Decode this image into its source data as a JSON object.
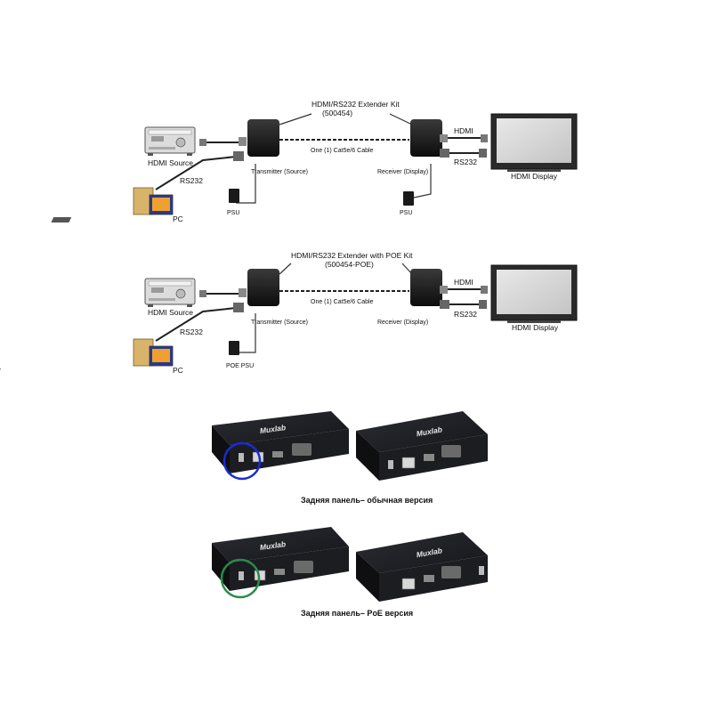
{
  "diagram1": {
    "kit_title": "HDMI/RS232 Extender  Kit",
    "kit_model": "(500454)",
    "cable_label": "One (1) Cat5e/6 Cable",
    "hdmi_source": "HDMI Source",
    "rs232_left": "RS232",
    "pc": "PC",
    "transmitter": "Transmitter (Source)",
    "psu_left": "PSU",
    "receiver": "Receiver (Display)",
    "psu_right": "PSU",
    "hdmi_right": "HDMI",
    "rs232_right": "RS232",
    "hdmi_display": "HDMI Display"
  },
  "diagram2": {
    "kit_title": "HDMI/RS232 Extender with POE Kit",
    "kit_model": "(500454-POE)",
    "cable_label": "One (1) Cat5e/6 Cable",
    "hdmi_source": "HDMI Source",
    "rs232_left": "RS232",
    "pc": "PC",
    "transmitter": "Transmitter (Source)",
    "psu_left": "POE PSU",
    "receiver": "Receiver (Display)",
    "hdmi_right": "HDMI",
    "rs232_right": "RS232",
    "hdmi_display": "HDMI Display"
  },
  "photos": {
    "brand": "Muxlab",
    "caption_standard": "Задняя панель– обычная версия",
    "caption_poe": "Задняя панель– PoE версия",
    "circle_standard_color": "#1a2bd6",
    "circle_poe_color": "#2a8a4a"
  }
}
